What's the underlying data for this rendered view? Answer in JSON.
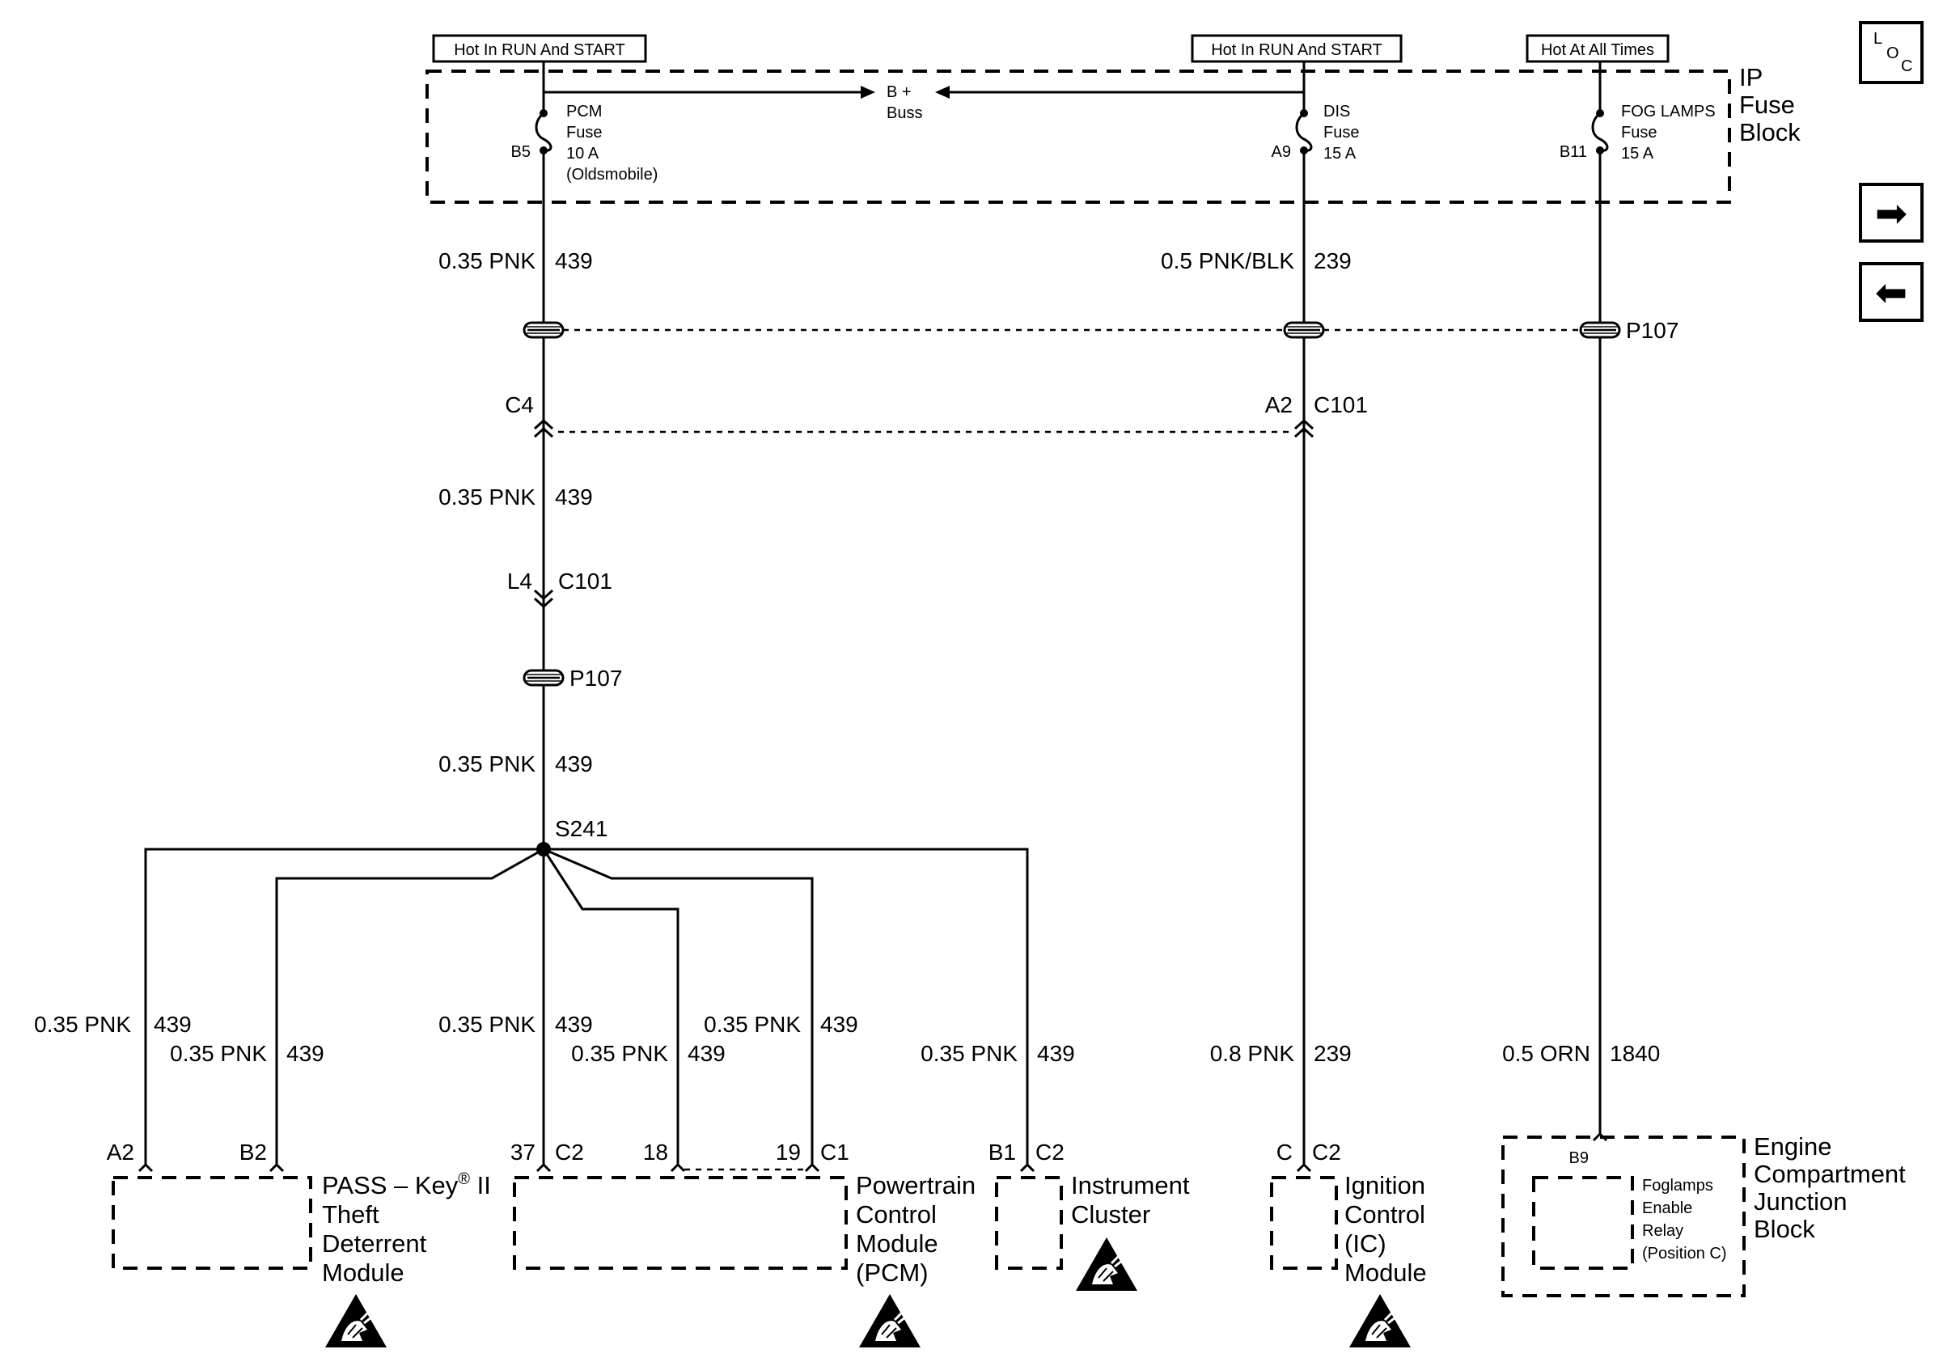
{
  "power_labels": {
    "hot_run_start_left": "Hot In RUN And START",
    "hot_run_start_right": "Hot In RUN And START",
    "hot_all_times": "Hot At All Times"
  },
  "fuse_block": {
    "title_line1": "IP",
    "title_line2": "Fuse",
    "title_line3": "Block",
    "buss_line1": "B +",
    "buss_line2": "Buss",
    "pcm_fuse": {
      "name": "PCM",
      "word": "Fuse",
      "rating": "10 A",
      "note": "(Oldsmobile)",
      "cavity": "B5"
    },
    "dis_fuse": {
      "name": "DIS",
      "word": "Fuse",
      "rating": "15 A",
      "cavity": "A9"
    },
    "fog_fuse": {
      "name": "FOG LAMPS",
      "word": "Fuse",
      "rating": "15 A",
      "cavity": "B11"
    }
  },
  "wires": {
    "pcm_top": {
      "size": "0.35 PNK",
      "circuit": "439"
    },
    "dis_top": {
      "size": "0.5 PNK/BLK",
      "circuit": "239"
    },
    "pcm_mid": {
      "size": "0.35 PNK",
      "circuit": "439"
    },
    "pcm_low": {
      "size": "0.35 PNK",
      "circuit": "439"
    },
    "pass_a2": {
      "size": "0.35 PNK",
      "circuit": "439"
    },
    "pass_b2": {
      "size": "0.35 PNK",
      "circuit": "439"
    },
    "pcm_37": {
      "size": "0.35 PNK",
      "circuit": "439"
    },
    "pcm_18": {
      "size": "0.35 PNK",
      "circuit": "439"
    },
    "pcm_19": {
      "size": "0.35 PNK",
      "circuit": "439"
    },
    "cluster": {
      "size": "0.35 PNK",
      "circuit": "439"
    },
    "ic": {
      "size": "0.8 PNK",
      "circuit": "239"
    },
    "fog": {
      "size": "0.5 ORN",
      "circuit": "1840"
    }
  },
  "connectors": {
    "p107_right": "P107",
    "p107_left": "P107",
    "c4": "C4",
    "a2": "A2",
    "c101_right": "C101",
    "l4": "L4",
    "c101_left": "C101",
    "splice": "S241"
  },
  "pins": {
    "pass_a2": "A2",
    "pass_b2": "B2",
    "pcm_37": "37",
    "pcm_c2": "C2",
    "pcm_18": "18",
    "pcm_19": "19",
    "pcm_c1": "C1",
    "cluster_b1": "B1",
    "cluster_c2": "C2",
    "ic_c": "C",
    "ic_c2": "C2",
    "relay_b9": "B9"
  },
  "modules": {
    "pass_key": {
      "line1_main": "PASS – Key",
      "line1_sup": "®",
      "line1_tail": " II",
      "line2": "Theft",
      "line3": "Deterrent",
      "line4": "Module"
    },
    "pcm": {
      "line1": "Powertrain",
      "line2": "Control",
      "line3": "Module",
      "line4": "(PCM)"
    },
    "cluster": {
      "line1": "Instrument",
      "line2": "Cluster"
    },
    "ic": {
      "line1": "Ignition",
      "line2": "Control",
      "line3": "(IC)",
      "line4": "Module"
    },
    "relay": {
      "line1": "Foglamps",
      "line2": "Enable",
      "line3": "Relay",
      "line4": "(Position C)"
    },
    "junction": {
      "line1": "Engine",
      "line2": "Compartment",
      "line3": "Junction",
      "line4": "Block"
    }
  },
  "nav": {
    "loc_l": "L",
    "loc_o": "O",
    "loc_c": "C",
    "next_glyph": "➡",
    "prev_glyph": "⬅"
  },
  "icons": {
    "esd": "esd-warning-icon",
    "next": "arrow-right-icon",
    "prev": "arrow-left-icon",
    "loc": "component-locator-icon"
  }
}
